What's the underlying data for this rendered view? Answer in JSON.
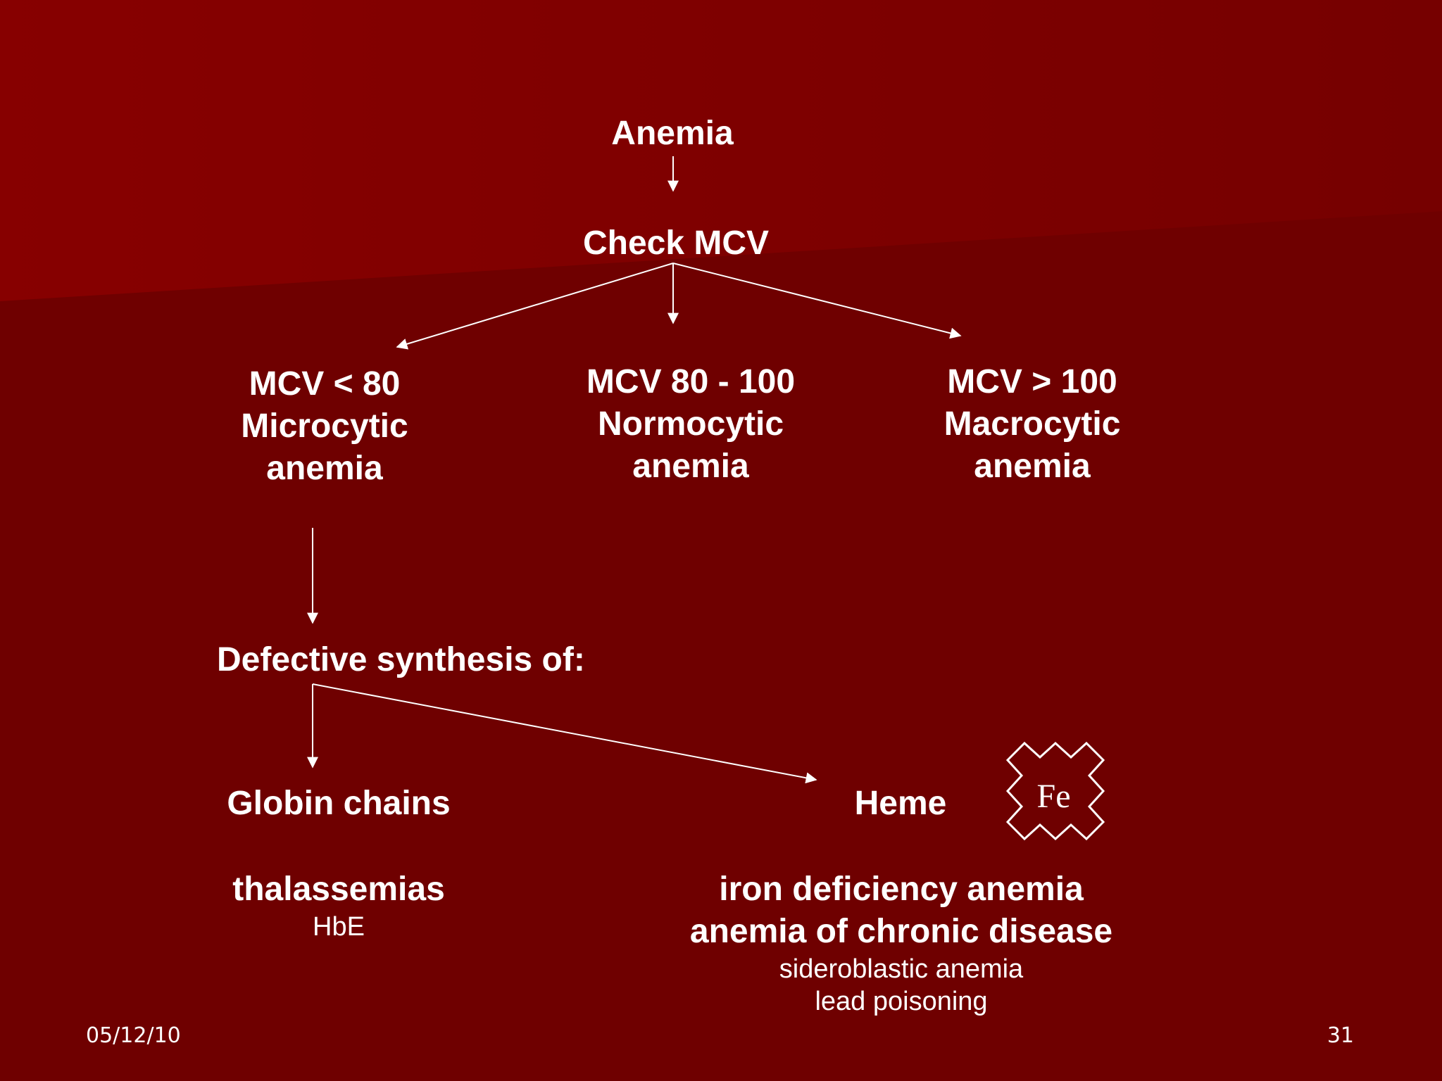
{
  "diagram": {
    "root": "Anemia",
    "step": "Check MCV",
    "branches": [
      {
        "lines": [
          "MCV < 80",
          "Microcytic",
          "anemia"
        ]
      },
      {
        "lines": [
          "MCV 80 - 100",
          "Normocytic",
          "anemia"
        ]
      },
      {
        "lines": [
          "MCV > 100",
          "Macrocytic",
          "anemia"
        ]
      }
    ],
    "defective": "Defective synthesis of:",
    "globin": {
      "title": "Globin chains",
      "disease": "thalassemias",
      "detail": "HbE"
    },
    "heme": {
      "title": "Heme",
      "badge": "Fe",
      "diseases": [
        "iron deficiency anemia",
        "anemia of chronic disease"
      ],
      "details": [
        "sideroblastic anemia",
        "lead poisoning"
      ]
    }
  },
  "footer": {
    "date": "05/12/10",
    "page": "31"
  },
  "colors": {
    "background": "#6f0000",
    "top_wedge": "#850000",
    "text": "#ffffff"
  }
}
